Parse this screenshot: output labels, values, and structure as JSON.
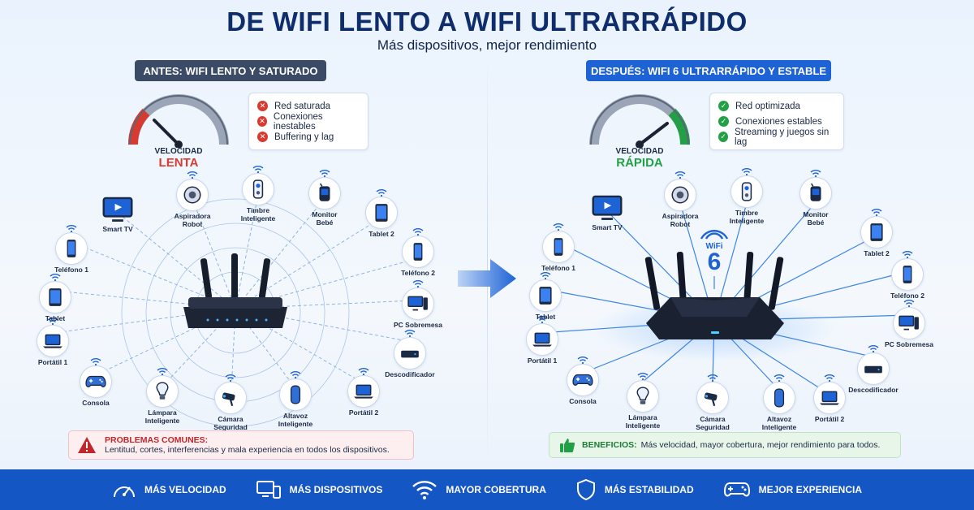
{
  "header": {
    "title": "DE WIFI LENTO A WIFI ULTRARRÁPIDO",
    "subtitle": "Más dispositivos, mejor rendimiento"
  },
  "before": {
    "label": "ANTES: WIFI LENTO Y SATURADO",
    "gauge_caption": "VELOCIDAD",
    "gauge_word": "LENTA",
    "status": [
      "Red saturada",
      "Conexiones inestables",
      "Buffering y lag"
    ],
    "devices": [
      {
        "name": "Smart TV",
        "icon": "tv-icon"
      },
      {
        "name": "Aspiradora\nRobot",
        "icon": "robot-vacuum-icon"
      },
      {
        "name": "Timbre\nInteligente",
        "icon": "doorbell-icon"
      },
      {
        "name": "Monitor\nBebé",
        "icon": "baby-monitor-icon"
      },
      {
        "name": "Tablet 2",
        "icon": "tablet-icon"
      },
      {
        "name": "Teléfono 2",
        "icon": "phone-icon"
      },
      {
        "name": "PC Sobremesa",
        "icon": "desktop-icon"
      },
      {
        "name": "Descodificador",
        "icon": "set-top-box-icon"
      },
      {
        "name": "Portátil 2",
        "icon": "laptop-icon"
      },
      {
        "name": "Altavoz\nInteligente",
        "icon": "speaker-icon"
      },
      {
        "name": "Cámara\nSeguridad",
        "icon": "camera-icon"
      },
      {
        "name": "Lámpara\nInteligente",
        "icon": "lamp-icon"
      },
      {
        "name": "Consola",
        "icon": "gamepad-icon"
      },
      {
        "name": "Portátil 1",
        "icon": "laptop-icon"
      },
      {
        "name": "Tablet",
        "icon": "tablet-icon"
      },
      {
        "name": "Teléfono 1",
        "icon": "phone-icon"
      }
    ],
    "problems_title": "PROBLEMAS COMUNES:",
    "problems_text": "Lentitud, cortes, interferencias y mala experiencia en todos los dispositivos."
  },
  "after": {
    "label": "DESPUÉS: WIFI 6 ULTRARRÁPIDO Y ESTABLE",
    "gauge_caption": "VELOCIDAD",
    "gauge_word": "RÁPIDA",
    "status": [
      "Red optimizada",
      "Conexiones estables",
      "Streaming y juegos sin lag"
    ],
    "wifi6_label": "WiFi",
    "wifi6_number": "6",
    "devices": [
      {
        "name": "Smart TV",
        "icon": "tv-icon"
      },
      {
        "name": "Aspiradora\nRobot",
        "icon": "robot-vacuum-icon"
      },
      {
        "name": "Timbre\nInteligente",
        "icon": "doorbell-icon"
      },
      {
        "name": "Monitor\nBebé",
        "icon": "baby-monitor-icon"
      },
      {
        "name": "Tablet 2",
        "icon": "tablet-icon"
      },
      {
        "name": "Teléfono 2",
        "icon": "phone-icon"
      },
      {
        "name": "PC Sobremesa",
        "icon": "desktop-icon"
      },
      {
        "name": "Descodificador",
        "icon": "set-top-box-icon"
      },
      {
        "name": "Portátil 2",
        "icon": "laptop-icon"
      },
      {
        "name": "Altavoz\nInteligente",
        "icon": "speaker-icon"
      },
      {
        "name": "Cámara\nSeguridad",
        "icon": "camera-icon"
      },
      {
        "name": "Lámpara\nInteligente",
        "icon": "lamp-icon"
      },
      {
        "name": "Consola",
        "icon": "gamepad-icon"
      },
      {
        "name": "Portátil 1",
        "icon": "laptop-icon"
      },
      {
        "name": "Tablet",
        "icon": "tablet-icon"
      },
      {
        "name": "Teléfono 1",
        "icon": "phone-icon"
      }
    ],
    "benefits_title": "BENEFICIOS:",
    "benefits_text": "Más velocidad, mayor cobertura, mejor rendimiento para todos."
  },
  "footer": {
    "features": [
      {
        "label": "MÁS VELOCIDAD",
        "icon": "speedometer-icon"
      },
      {
        "label": "MÁS DISPOSITIVOS",
        "icon": "devices-icon"
      },
      {
        "label": "MAYOR COBERTURA",
        "icon": "wifi-icon"
      },
      {
        "label": "MÁS ESTABILIDAD",
        "icon": "shield-icon"
      },
      {
        "label": "MEJOR EXPERIENCIA",
        "icon": "gamepad-icon"
      }
    ]
  },
  "colors": {
    "navy": "#0f2d6b",
    "accent_blue": "#1e63d6",
    "slow_red": "#d93a2f",
    "fast_green": "#22a045",
    "footer_blue": "#1556c5"
  }
}
